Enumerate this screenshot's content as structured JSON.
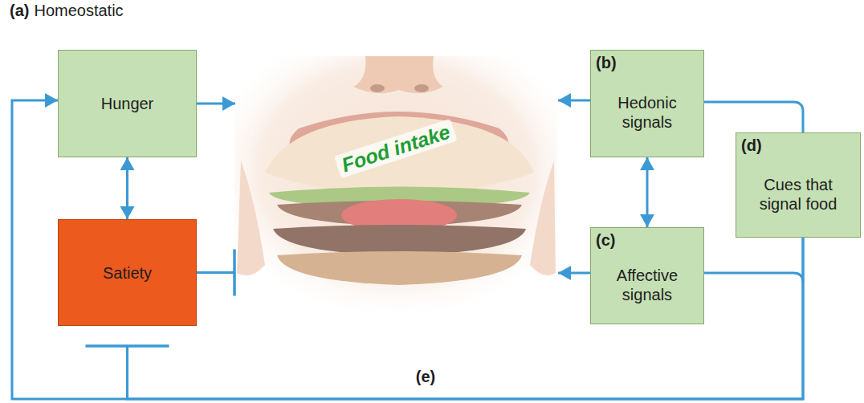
{
  "diagram": {
    "nodes": [
      {
        "text": [
          "Hunger"
        ]
      },
      {
        "text": [
          "Satiety"
        ]
      },
      {
        "text": [
          "Food intake"
        ]
      },
      {
        "text": [
          "(b)",
          "Hedonic signals"
        ]
      },
      {
        "text": [
          "(c)",
          "Affective signals"
        ]
      },
      {
        "text": [
          "(d)",
          "Cues that signal food"
        ]
      }
    ],
    "edges": [
      {
        "from": 0,
        "to": 2,
        "arrow": "to"
      },
      {
        "from": 0,
        "to": 1,
        "arrow": "both"
      },
      {
        "from": 1,
        "to": 2,
        "arrow": "to"
      },
      {
        "from": 3,
        "to": 2,
        "arrow": "to"
      },
      {
        "from": 4,
        "to": 2,
        "arrow": "to"
      },
      {
        "from": 3,
        "to": 4,
        "arrow": "both"
      },
      {
        "from": 5,
        "to": 0,
        "arrow": "to",
        "label": "(e)"
      },
      {
        "from": 5,
        "to": 1,
        "arrow": "to"
      }
    ],
    "labels": [
      "(a)",
      "Homeostatic"
    ]
  }
}
